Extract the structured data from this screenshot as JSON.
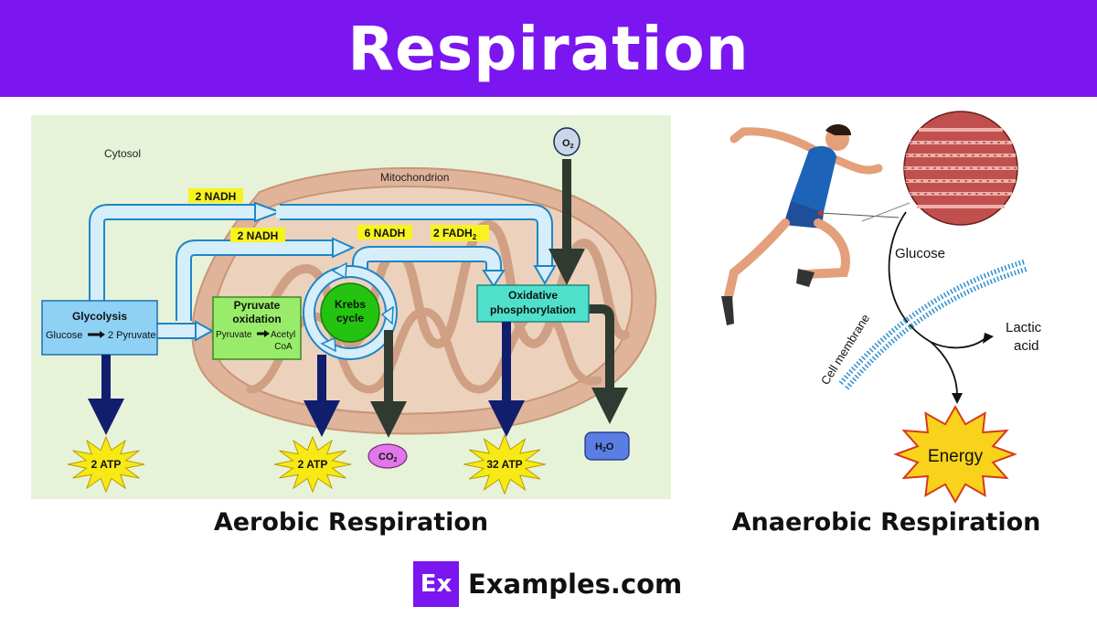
{
  "header": {
    "title": "Respiration"
  },
  "aerobic": {
    "caption": "Aerobic Respiration",
    "cytosol_label": "Cytosol",
    "mitochondrion_label": "Mitochondrion",
    "oxygen": {
      "main": "O",
      "sub": "2"
    },
    "nadh_top": "2 NADH",
    "nadh_second": "2 NADH",
    "nadh_krebs": "6 NADH",
    "fadh": {
      "main": "2 FADH",
      "sub": "2"
    },
    "glycolysis": {
      "title": "Glycolysis",
      "left": "Glucose",
      "right": "2 Pyruvate"
    },
    "pyruvate": {
      "title1": "Pyruvate",
      "title2": "oxidation",
      "left": "Pyruvate",
      "right": "Acetyl",
      "right2": "CoA"
    },
    "krebs": {
      "line1": "Krebs",
      "line2": "cycle"
    },
    "oxphos": {
      "line1": "Oxidative",
      "line2": "phosphorylation"
    },
    "atp_glycolysis": "2 ATP",
    "atp_krebs": "2 ATP",
    "atp_oxphos": "32 ATP",
    "co2": {
      "main": "CO",
      "sub": "2"
    },
    "h2o": {
      "main": "H",
      "sub": "2",
      "end": "O"
    }
  },
  "anaerobic": {
    "caption": "Anaerobic Respiration",
    "glucose_label": "Glucose",
    "membrane_label": "Cell membrane",
    "lactic_line1": "Lactic",
    "lactic_line2": "acid",
    "energy_label": "Energy"
  },
  "brand": {
    "logo": "Ex",
    "name": "Examples.com"
  },
  "colors": {
    "header": "#7b16f0",
    "diagram_bg": "#e6f3d8",
    "mito_outer": "#dfb49a",
    "mito_inner": "#ecd2bd",
    "flow_arrow": "#d6eef9",
    "glycolysis_box": "#8fd0f5",
    "pyruvate_box": "#99ec6a",
    "krebs": "#23c30f",
    "oxphos_box": "#4fe0cc",
    "label_yellow": "#f6f31e",
    "atp_star": "#f7e915",
    "co2": "#e177e8",
    "h2o": "#5a7ee3",
    "energy_star": "#f9d21c"
  }
}
